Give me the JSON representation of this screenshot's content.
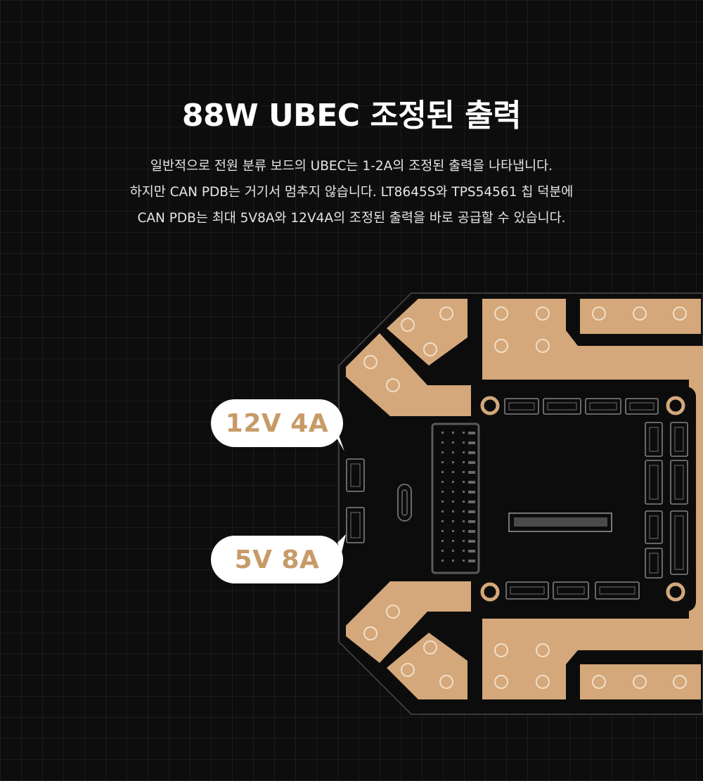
{
  "header": {
    "title": "88W UBEC 조정된 출력"
  },
  "description": {
    "lines": [
      "일반적으로 전원 분류 보드의 UBEC는 1-2A의 조정된 출력을 나타냅니다.",
      "하지만 CAN PDB는 거기서 멈추지 않습니다. LT8645S와 TPS54561 칩 덕분에",
      "CAN PDB는 최대 5V8A와 12V4A의 조정된 출력을 바로 공급할 수 있습니다."
    ]
  },
  "callouts": {
    "v12": "12V 4A",
    "v5": "5V 8A"
  },
  "colors": {
    "background": "#0d0d0d",
    "board": "#0c0c0c",
    "copper": "#d4a87a",
    "callout_text": "#c79b68"
  }
}
